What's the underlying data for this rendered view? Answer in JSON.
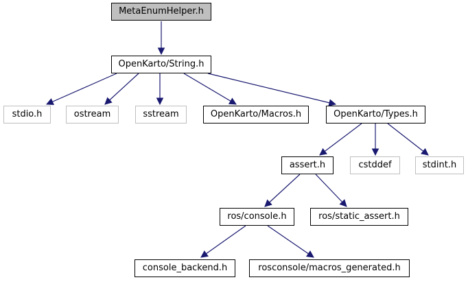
{
  "diagram": {
    "kind": "include-dependency-graph",
    "colors": {
      "background": "#ffffff",
      "edge": "#191970",
      "documented_node_border": "#000000",
      "external_node_border": "#bebebe",
      "current_node_fill": "#bfbfbf",
      "node_fill": "#ffffff",
      "text": "#000000"
    },
    "nodes": [
      {
        "label": "MetaEnumHelper.h",
        "style": "current"
      },
      {
        "label": "OpenKarto/String.h",
        "style": "documented"
      },
      {
        "label": "stdio.h",
        "style": "external"
      },
      {
        "label": "ostream",
        "style": "external"
      },
      {
        "label": "sstream",
        "style": "external"
      },
      {
        "label": "OpenKarto/Macros.h",
        "style": "documented"
      },
      {
        "label": "OpenKarto/Types.h",
        "style": "documented"
      },
      {
        "label": "assert.h",
        "style": "documented"
      },
      {
        "label": "cstddef",
        "style": "external"
      },
      {
        "label": "stdint.h",
        "style": "external"
      },
      {
        "label": "ros/console.h",
        "style": "documented"
      },
      {
        "label": "ros/static_assert.h",
        "style": "documented"
      },
      {
        "label": "console_backend.h",
        "style": "documented"
      },
      {
        "label": "rosconsole/macros_generated.h",
        "style": "documented"
      }
    ],
    "edges": [
      {
        "from": "MetaEnumHelper.h",
        "to": "OpenKarto/String.h"
      },
      {
        "from": "OpenKarto/String.h",
        "to": "stdio.h"
      },
      {
        "from": "OpenKarto/String.h",
        "to": "ostream"
      },
      {
        "from": "OpenKarto/String.h",
        "to": "sstream"
      },
      {
        "from": "OpenKarto/String.h",
        "to": "OpenKarto/Macros.h"
      },
      {
        "from": "OpenKarto/String.h",
        "to": "OpenKarto/Types.h"
      },
      {
        "from": "OpenKarto/Types.h",
        "to": "assert.h"
      },
      {
        "from": "OpenKarto/Types.h",
        "to": "cstddef"
      },
      {
        "from": "OpenKarto/Types.h",
        "to": "stdint.h"
      },
      {
        "from": "assert.h",
        "to": "ros/console.h"
      },
      {
        "from": "assert.h",
        "to": "ros/static_assert.h"
      },
      {
        "from": "ros/console.h",
        "to": "console_backend.h"
      },
      {
        "from": "ros/console.h",
        "to": "rosconsole/macros_generated.h"
      }
    ]
  }
}
